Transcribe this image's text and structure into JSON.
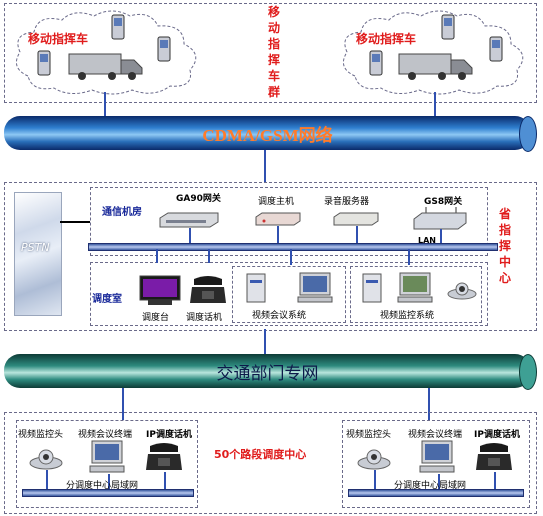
{
  "vehicle_label": "移动指挥车",
  "vehicle_group_label": "移动指挥车群",
  "network_top_label": "CDMA/GSM网络",
  "pstn_label": "PSTN",
  "comm_room_label": "通信机房",
  "ga90_label": "GA90网关",
  "dispatch_host_label": "调度主机",
  "recording_server_label": "录音服务器",
  "gs8_label": "GS8网关",
  "lan_label": "LAN",
  "province_center_label": "省指挥中心",
  "dispatch_room_label": "调度室",
  "dispatch_console_label": "调度台",
  "dispatch_phone_label": "调度话机",
  "video_conf_system_label": "视频会议系统",
  "video_monitor_system_label": "视频监控系统",
  "network_mid_label": "交通部门专网",
  "center_count_label": "50个路段调度中心",
  "left_branch": {
    "camera_label": "视频监控头",
    "conf_terminal_label": "视频会议终端",
    "ip_phone_label": "IP调度话机",
    "lan_label": "分调度中心局域网"
  },
  "right_branch": {
    "camera_label": "视频监控头",
    "conf_terminal_label": "视频会议终端",
    "ip_phone_label": "IP调度话机",
    "lan_label": "分调度中心局域网"
  }
}
